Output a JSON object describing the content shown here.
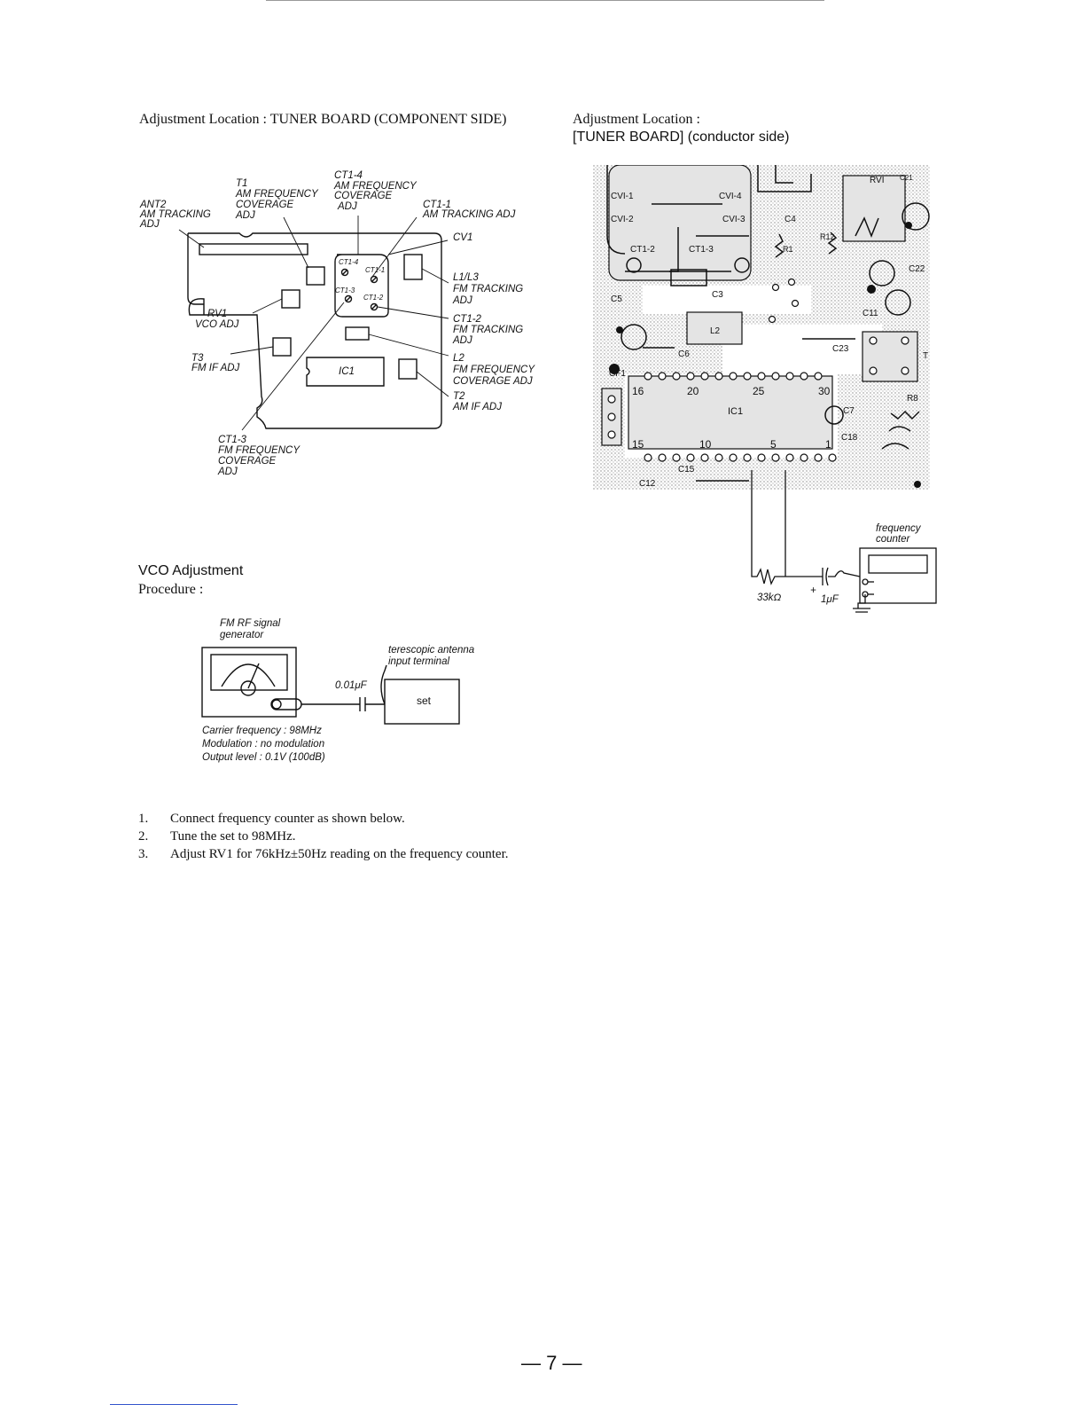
{
  "left_heading": "Adjustment Location : TUNER BOARD (COMPONENT SIDE)",
  "right_heading_1": "Adjustment Location :",
  "right_heading_2": "[TUNER BOARD] (conductor side)",
  "component_labels": {
    "ct1_4": "CT1-4",
    "ct1_4_desc": [
      "AM FREQUENCY",
      "COVERAGE",
      "ADJ"
    ],
    "t1": "T1",
    "t1_desc": [
      "AM FREQUENCY",
      "COVERAGE",
      "ADJ"
    ],
    "ant2": "ANT2",
    "ant2_desc": [
      "AM TRACKING",
      "ADJ"
    ],
    "ct1_1": "CT1-1",
    "ct1_1_desc": "AM TRACKING ADJ",
    "cv1": "CV1",
    "l1l3": "L1/L3",
    "l1l3_desc": [
      "FM TRACKING",
      "ADJ"
    ],
    "rv1": "RV1",
    "rv1_desc": "VCO ADJ",
    "ct1_2": "CT1-2",
    "ct1_2_desc": [
      "FM TRACKING",
      "ADJ"
    ],
    "t3": "T3",
    "t3_desc": "FM IF ADJ",
    "ic1": "IC1",
    "l2": "L2",
    "l2_desc": [
      "FM FREQUENCY",
      "COVERAGE ADJ"
    ],
    "t2": "T2",
    "t2_desc": "AM IF ADJ",
    "ct1_3": "CT1-3",
    "ct1_3_desc": [
      "FM FREQUENCY",
      "COVERAGE",
      "ADJ"
    ],
    "inner_ct1_4": "CT1-4",
    "inner_ct1_1": "CT1-1",
    "inner_ct1_3": "CT1-3",
    "inner_ct1_2": "CT1-2"
  },
  "pcb_labels": {
    "cv1_1": "CVI-1",
    "cv1_4": "CVI-4",
    "cv1_2": "CVI-2",
    "cv1_3": "CVI-3",
    "ct1_2": "CT1-2",
    "ct1_3": "CT1-3",
    "rv1": "RVI",
    "c21": "C21",
    "c4": "C4",
    "r1": "R1",
    "r12": "R12",
    "c22": "C22",
    "c5": "C5",
    "c3": "C3",
    "c11": "C11",
    "l2": "L2",
    "c6": "C6",
    "c23": "C23",
    "t": "T",
    "cf1": "CF1",
    "pin16": "16",
    "pin20": "20",
    "pin25": "25",
    "pin30": "30",
    "ic1": "IC1",
    "c7": "C7",
    "r8": "R8",
    "c18": "C18",
    "pin15": "15",
    "pin10": "10",
    "pin5": "5",
    "pin1": "1",
    "c15": "C15",
    "c12": "C12"
  },
  "counter_setup": {
    "label_1": "frequency",
    "label_2": "counter",
    "resistor": "33kΩ",
    "capacitor": "1μF",
    "plus": "+"
  },
  "vco": {
    "title": "VCO Adjustment",
    "procedure": "Procedure :",
    "generator_1": "FM RF signal",
    "generator_2": "generator",
    "antenna_1": "terescopic antenna",
    "antenna_2": "input terminal",
    "cap": "0.01μF",
    "set": "set",
    "carrier": "Carrier frequency : 98MHz",
    "modulation": "Modulation : no modulation",
    "output": "Output level : 0.1V (100dB)"
  },
  "steps": [
    {
      "num": "1.",
      "text": "Connect frequency counter as shown below."
    },
    {
      "num": "2.",
      "text": "Tune the set to 98MHz."
    },
    {
      "num": "3.",
      "text": "Adjust RV1 for 76kHz±50Hz reading on the frequency counter."
    }
  ],
  "page_number": "— 7 —"
}
